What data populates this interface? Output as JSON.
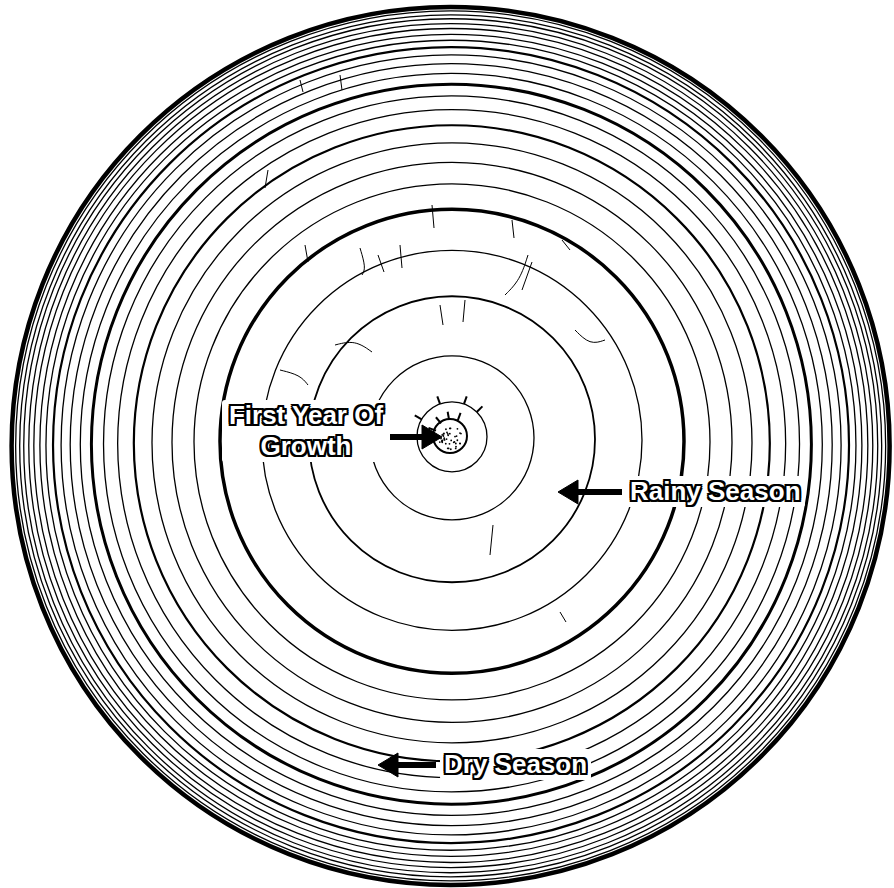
{
  "diagram": {
    "labels": [
      "First Year Of Growth",
      "Rainy Season",
      "Dry Season"
    ]
  }
}
